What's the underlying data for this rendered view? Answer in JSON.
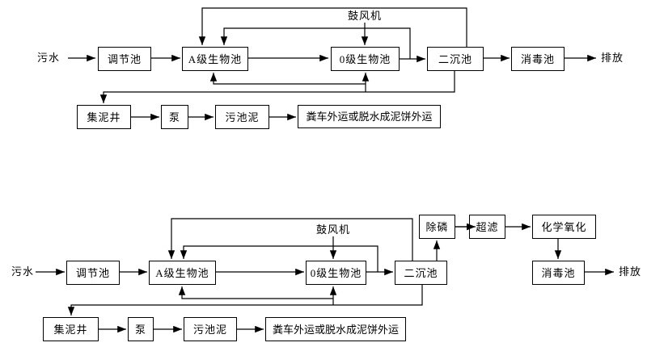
{
  "page": {
    "background": "#ffffff",
    "line_color": "#000000"
  },
  "labels": {
    "sewage": "污水",
    "regulating_tank": "调节池",
    "a_bio_tank": "A级生物池",
    "o_bio_tank": "0级生物池",
    "secondary_clarifier": "二沉池",
    "disinfection_tank": "消毒池",
    "discharge": "排放",
    "blower": "鼓风机",
    "sludge_well": "集泥井",
    "pump": "泵",
    "sludge_tank": "污池泥",
    "sludge_transport": "粪车外运或脱水成泥饼外运",
    "phosphorus_removal": "除磷",
    "ultrafiltration": "超滤",
    "chemical_oxidation": "化学氧化"
  },
  "charts": {
    "top": {
      "edges": [
        [
          "sewage",
          "regulating_tank"
        ],
        [
          "regulating_tank",
          "a_bio_tank"
        ],
        [
          "a_bio_tank",
          "o_bio_tank"
        ],
        [
          "o_bio_tank",
          "secondary_clarifier"
        ],
        [
          "secondary_clarifier",
          "disinfection_tank"
        ],
        [
          "disinfection_tank",
          "discharge"
        ],
        [
          "blower",
          "o_bio_tank"
        ],
        [
          "secondary_clarifier",
          "a_bio_tank"
        ],
        [
          "o_bio_tank",
          "a_bio_tank"
        ],
        [
          "secondary_clarifier",
          "o_bio_tank"
        ],
        [
          "secondary_clarifier",
          "sludge_well"
        ],
        [
          "sludge_well",
          "pump"
        ],
        [
          "pump",
          "sludge_tank"
        ],
        [
          "sludge_tank",
          "sludge_transport"
        ]
      ]
    },
    "bottom": {
      "edges": [
        [
          "sewage",
          "regulating_tank"
        ],
        [
          "regulating_tank",
          "a_bio_tank"
        ],
        [
          "a_bio_tank",
          "o_bio_tank"
        ],
        [
          "o_bio_tank",
          "secondary_clarifier"
        ],
        [
          "secondary_clarifier",
          "phosphorus_removal"
        ],
        [
          "phosphorus_removal",
          "ultrafiltration"
        ],
        [
          "ultrafiltration",
          "chemical_oxidation"
        ],
        [
          "chemical_oxidation",
          "disinfection_tank"
        ],
        [
          "disinfection_tank",
          "discharge"
        ],
        [
          "blower",
          "o_bio_tank"
        ],
        [
          "secondary_clarifier",
          "a_bio_tank"
        ],
        [
          "o_bio_tank",
          "a_bio_tank"
        ],
        [
          "secondary_clarifier",
          "o_bio_tank"
        ],
        [
          "secondary_clarifier",
          "sludge_well"
        ],
        [
          "sludge_well",
          "pump"
        ],
        [
          "pump",
          "sludge_tank"
        ],
        [
          "sludge_tank",
          "sludge_transport"
        ]
      ]
    }
  }
}
